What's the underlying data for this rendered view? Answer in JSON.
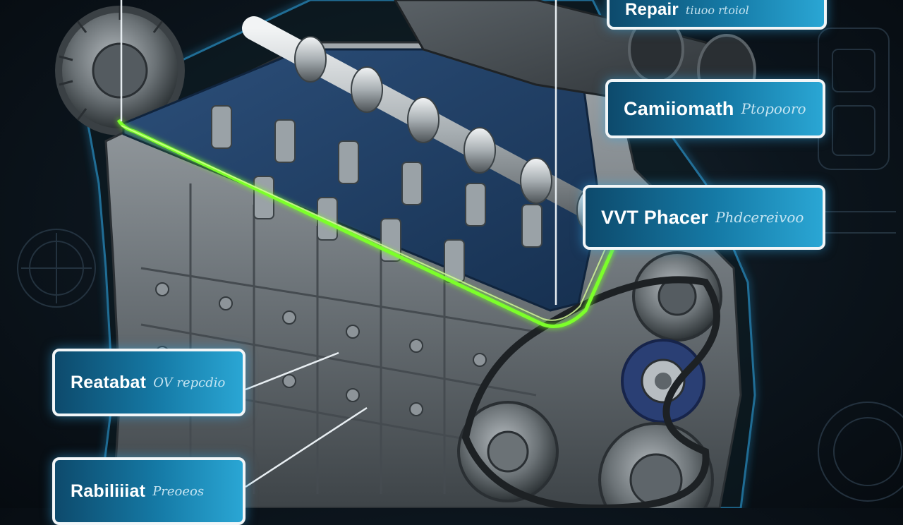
{
  "callouts": {
    "repair": {
      "main": "Repair",
      "sub": "tiuoo rtoiol"
    },
    "camshaft": {
      "main": "Camiiomath",
      "sub": "Ptopooro"
    },
    "vvt": {
      "main": "VVT Phacer",
      "sub": "Phdcereivoo"
    },
    "left_upper": {
      "main": "Reatabat",
      "sub": "OV repcdio"
    },
    "left_lower": {
      "main": "Rabiliiiat",
      "sub": "Preoeos"
    }
  },
  "colors": {
    "background": "#0c151d",
    "engine_metal": "#7c8388",
    "valve_cover": "#1f3f66",
    "highlight_line": "#7cff2a",
    "callout_fill": "#157aa6",
    "callout_border": "#f2f6f8"
  }
}
